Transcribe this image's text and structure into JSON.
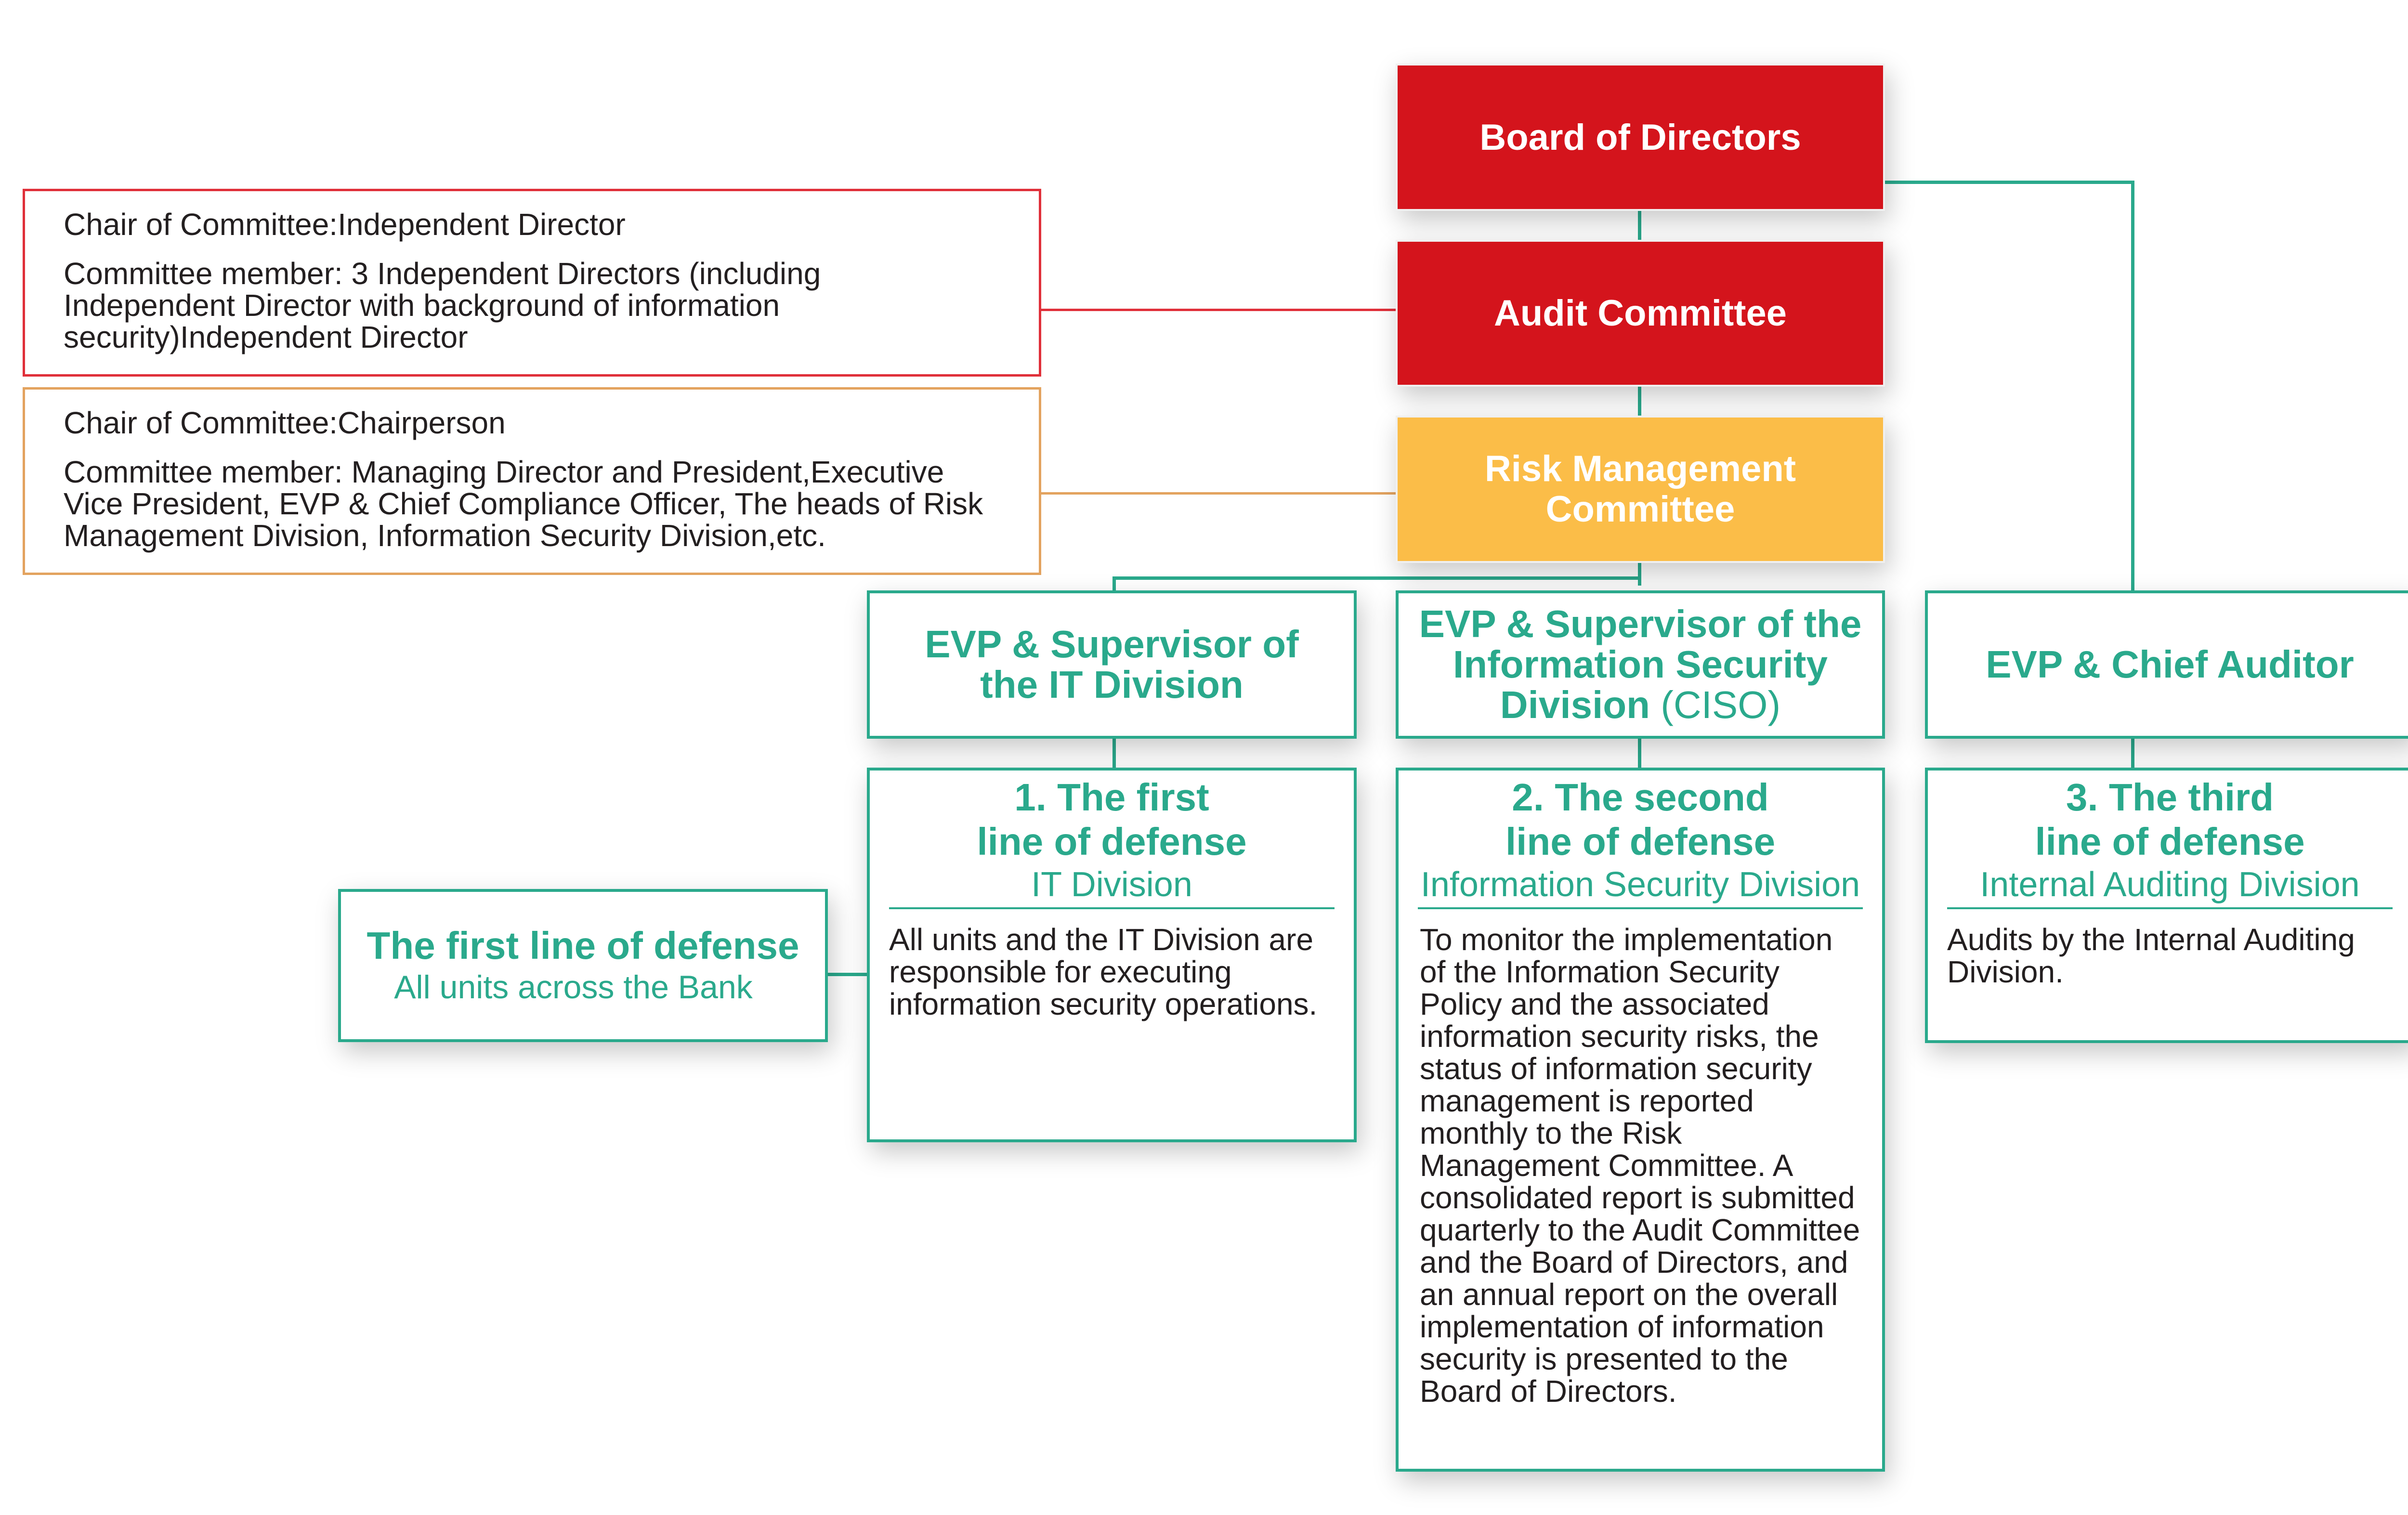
{
  "board": {
    "label": "Board of Directors"
  },
  "audit": {
    "label": "Audit Committee"
  },
  "risk": {
    "label": "Risk Management Committee"
  },
  "audit_note": {
    "chair": "Chair of Committee:Independent Director",
    "members": "Committee member: 3 Independent Directors (including Independent Director with background of information security)Independent Director"
  },
  "risk_note": {
    "chair": "Chair of Committee:Chairperson",
    "members": "Committee member: Managing Director and President,Executive Vice President, EVP & Chief Compliance Officer, The heads of Risk Management Division, Information Security Division,etc."
  },
  "evp_it": {
    "line1": "EVP & Supervisor of",
    "line2": "the IT Division"
  },
  "evp_ciso": {
    "line1": "EVP & Supervisor of the",
    "line2": "Information Security",
    "line3": "Division",
    "suffix": "(CISO)"
  },
  "evp_audit": {
    "label": "EVP & Chief Auditor"
  },
  "first_line": {
    "title1": "1. The first",
    "title2": "line of defense",
    "unit": "IT Division",
    "desc": "All units and the IT Division are responsible for executing information security operations."
  },
  "second_line": {
    "title1": "2. The second",
    "title2": "line of defense",
    "unit": "Information Security Division",
    "desc": "To monitor the implementation of the Information Security Policy and the associated information security risks, the status of information security management is reported monthly to the Risk Management Committee. A consolidated report is submitted quarterly to the Audit Committee and the Board of Directors, and an annual report on the overall implementation of information security is presented to the Board of Directors."
  },
  "third_line": {
    "title1": "3. The third",
    "title2": "line of defense",
    "unit": "Internal Auditing Division",
    "desc": "Audits by the Internal Auditing Division."
  },
  "all_units": {
    "title": "The first line of defense",
    "subtitle": "All units across the Bank"
  },
  "colors": {
    "red": "#d4141c",
    "yellow": "#fbbd48",
    "green": "#2aa98c",
    "audit_note_border": "#e0303a",
    "risk_note_border": "#e3a35f",
    "text": "#231f20"
  }
}
